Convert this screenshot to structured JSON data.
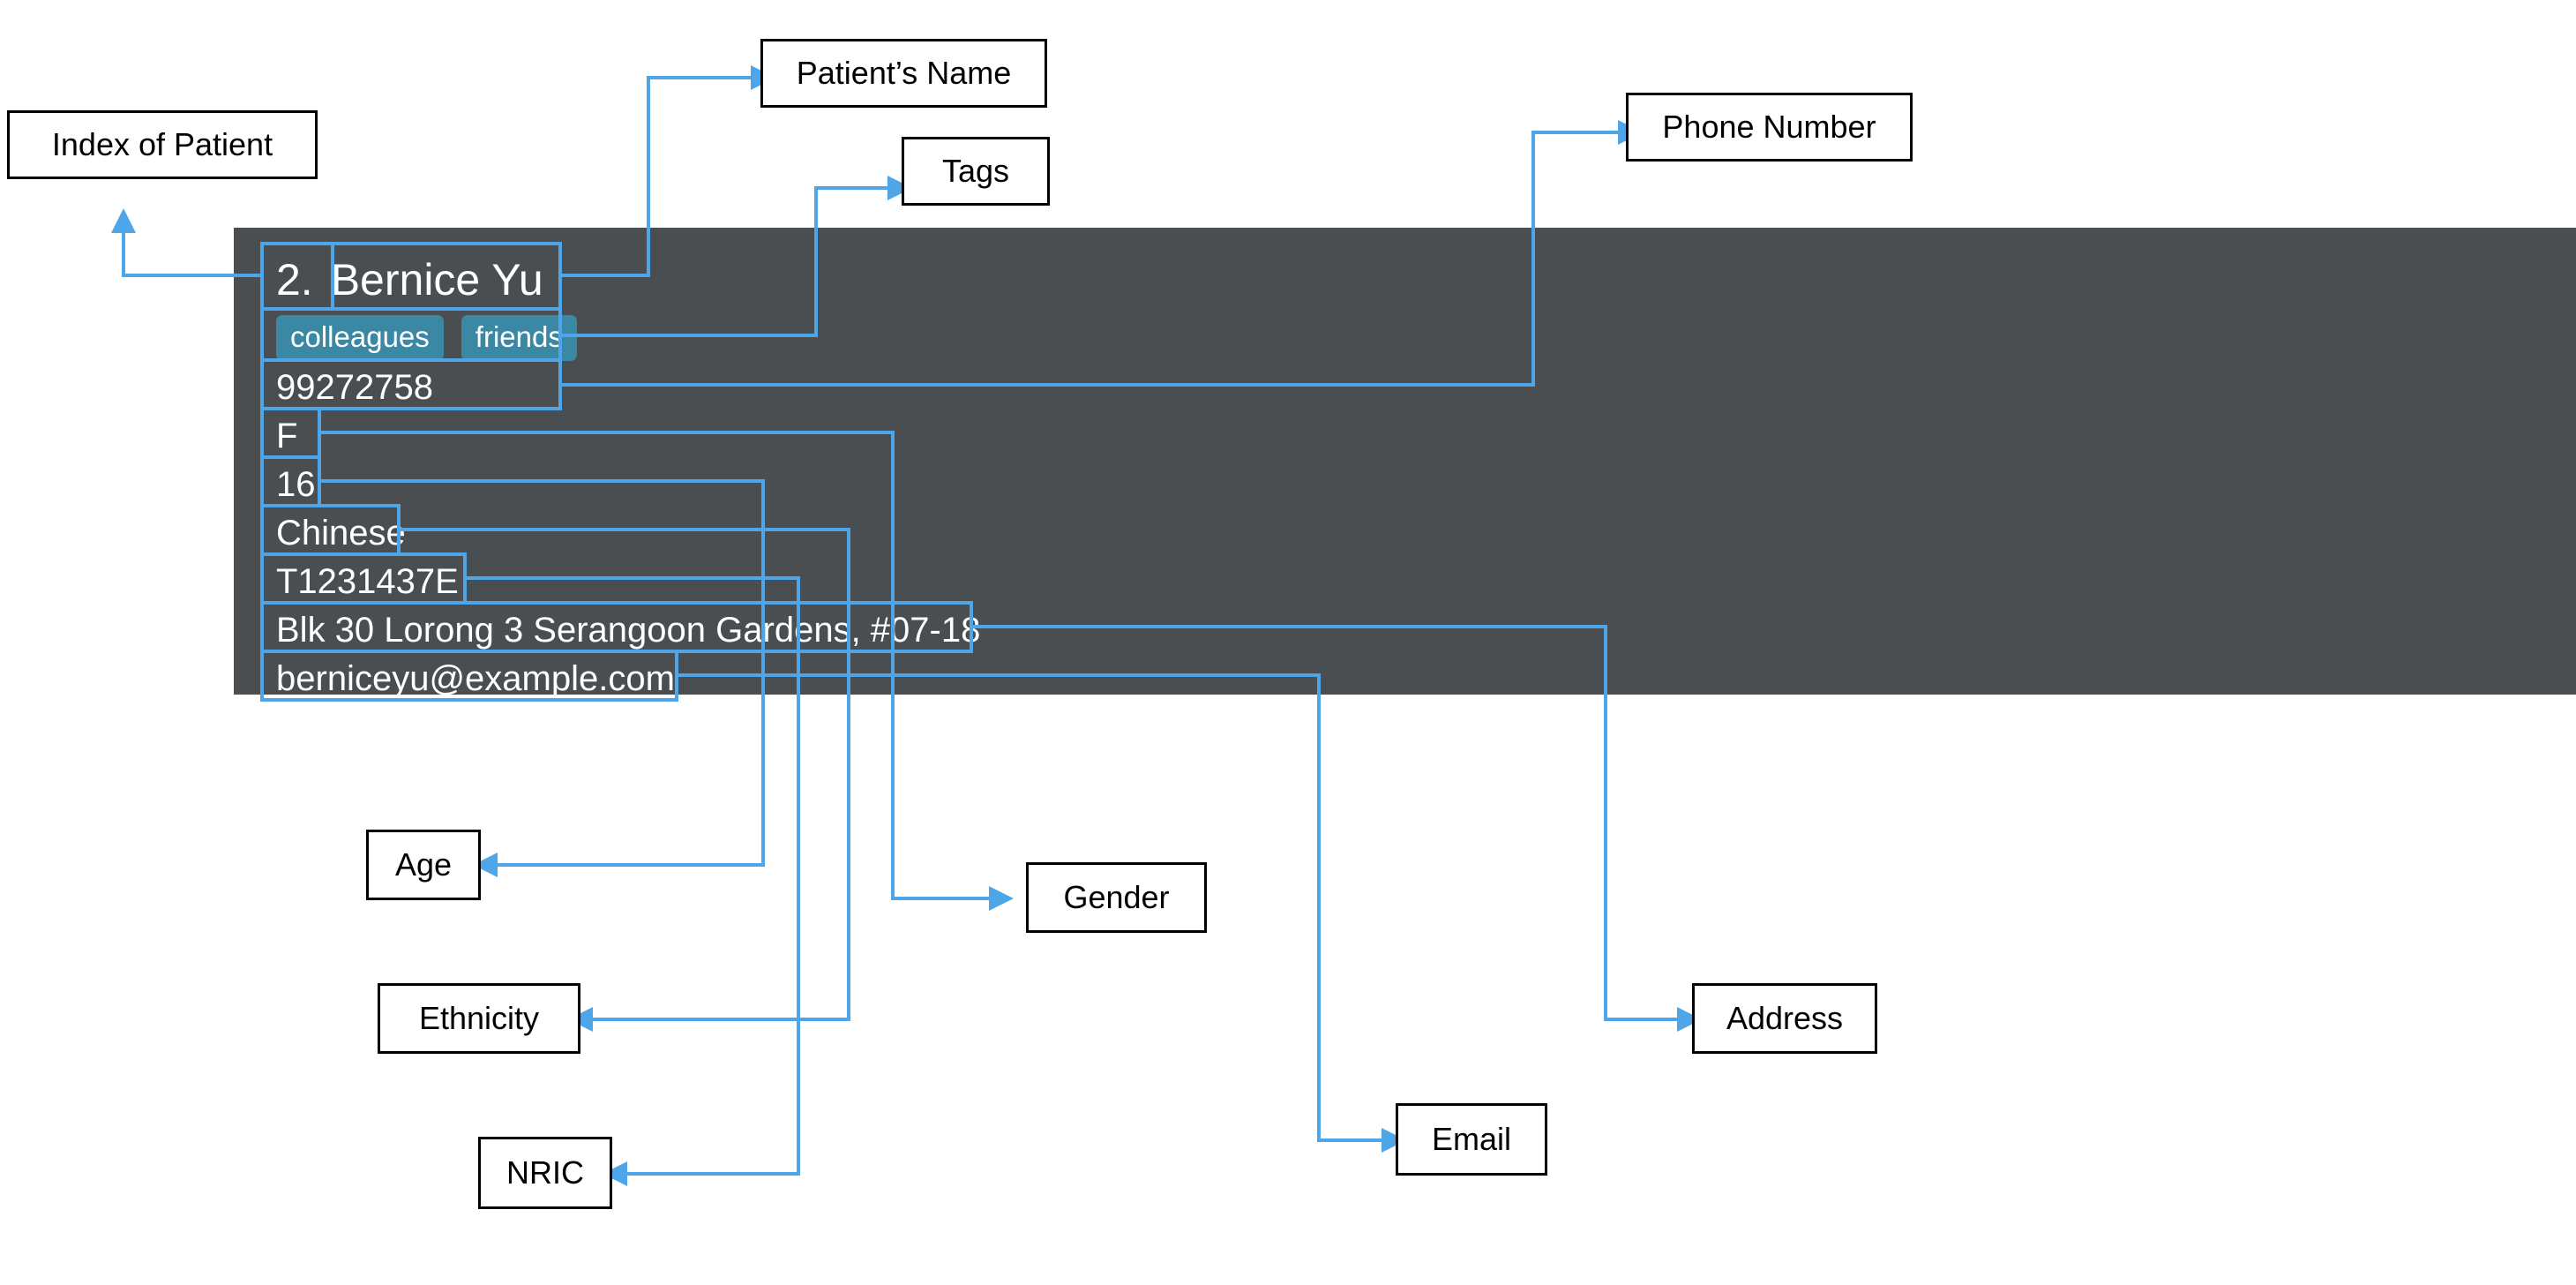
{
  "card": {
    "index": "2.",
    "name": "Bernice Yu",
    "tags": [
      "colleagues",
      "friends"
    ],
    "phone": "99272758",
    "gender": "F",
    "age": "16",
    "ethnicity": "Chinese",
    "nric": "T1231437E",
    "address": "Blk 30 Lorong 3 Serangoon Gardens, #07-18",
    "email": "berniceyu@example.com",
    "background_color": "#4a4e50",
    "tag_color": "#3b88a5"
  },
  "annotation": {
    "highlight_color": "#4ea6e8",
    "box_border_color": "#000000",
    "labels": [
      {
        "id": "index-of-patient",
        "text": "Index of Patient"
      },
      {
        "id": "patients-name",
        "text": "Patient’s Name"
      },
      {
        "id": "tags",
        "text": "Tags"
      },
      {
        "id": "phone-number",
        "text": "Phone Number"
      },
      {
        "id": "age",
        "text": "Age"
      },
      {
        "id": "gender",
        "text": "Gender"
      },
      {
        "id": "ethnicity",
        "text": "Ethnicity"
      },
      {
        "id": "address",
        "text": "Address"
      },
      {
        "id": "nric",
        "text": "NRIC"
      },
      {
        "id": "email",
        "text": "Email"
      }
    ]
  }
}
